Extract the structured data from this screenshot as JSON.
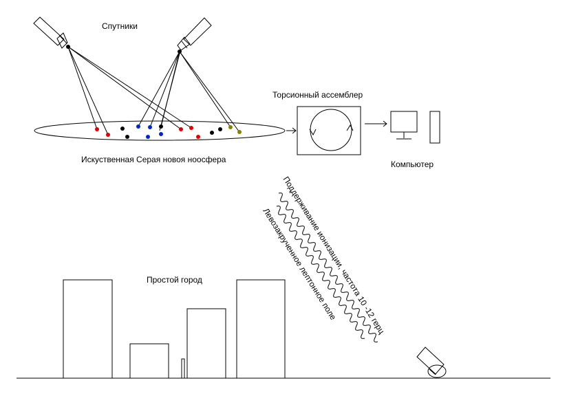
{
  "labels": {
    "satellites": "Спутники",
    "noosphere": "Искуственная Серая новоя ноосфера",
    "assembler": "Торсионный ассемблер",
    "computer": "Компьютер",
    "city": "Простой город",
    "wave1": "Поддерживание ионизации, частота 10 -12 герц",
    "wave2": "Левозакрученное лептонное поле"
  },
  "colors": {
    "red": "#e00000",
    "black": "#000000",
    "blue": "#0026c8",
    "olive": "#8c8000"
  }
}
